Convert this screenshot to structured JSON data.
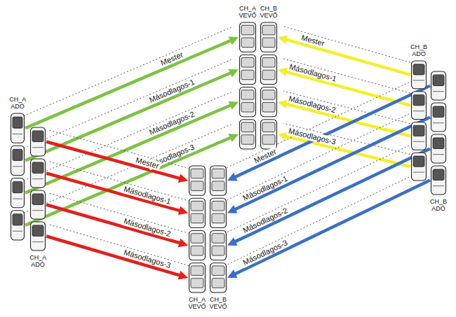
{
  "diagram": {
    "nodes": [
      {
        "text": [
          "CH_A VEVŐ"
        ]
      },
      {
        "text": [
          "CH_B VEVŐ"
        ]
      },
      {
        "text": [
          "CH_A ADÓ"
        ]
      },
      {
        "text": [
          "CH_B ADÓ"
        ]
      },
      {
        "text": [
          "CH_A ADÓ"
        ]
      },
      {
        "text": [
          "CH_A VEVŐ"
        ]
      },
      {
        "text": [
          "CH_B VEVŐ"
        ]
      },
      {
        "text": [
          "CH_B ADÓ"
        ]
      }
    ],
    "edges": [
      {
        "from": 2,
        "to": 0,
        "arrow": "to",
        "label": "Mester"
      },
      {
        "from": 2,
        "to": 0,
        "arrow": "to",
        "label": "Másodlagos-1"
      },
      {
        "from": 2,
        "to": 0,
        "arrow": "to",
        "label": "Másodlagos-2"
      },
      {
        "from": 2,
        "to": 0,
        "arrow": "to",
        "label": "Másodlagos-3"
      },
      {
        "from": 3,
        "to": 1,
        "arrow": "to",
        "label": "Mester"
      },
      {
        "from": 3,
        "to": 1,
        "arrow": "to",
        "label": "Másodlagos-1"
      },
      {
        "from": 3,
        "to": 1,
        "arrow": "to",
        "label": "Másodlagos-2"
      },
      {
        "from": 3,
        "to": 1,
        "arrow": "to",
        "label": "Másodlagos-3"
      },
      {
        "from": 4,
        "to": 5,
        "arrow": "to",
        "label": "Mester"
      },
      {
        "from": 4,
        "to": 5,
        "arrow": "to",
        "label": "Másodlagos-1"
      },
      {
        "from": 4,
        "to": 5,
        "arrow": "to",
        "label": "Másodlagos-2"
      },
      {
        "from": 4,
        "to": 5,
        "arrow": "to",
        "label": "Másodlagos-3"
      },
      {
        "from": 7,
        "to": 6,
        "arrow": "to",
        "label": "Mester"
      },
      {
        "from": 7,
        "to": 6,
        "arrow": "to",
        "label": "Másodlagos-1"
      },
      {
        "from": 7,
        "to": 6,
        "arrow": "to",
        "label": "Másodlagos-2"
      },
      {
        "from": 7,
        "to": 6,
        "arrow": "to",
        "label": "Másodlagos-3"
      }
    ]
  }
}
